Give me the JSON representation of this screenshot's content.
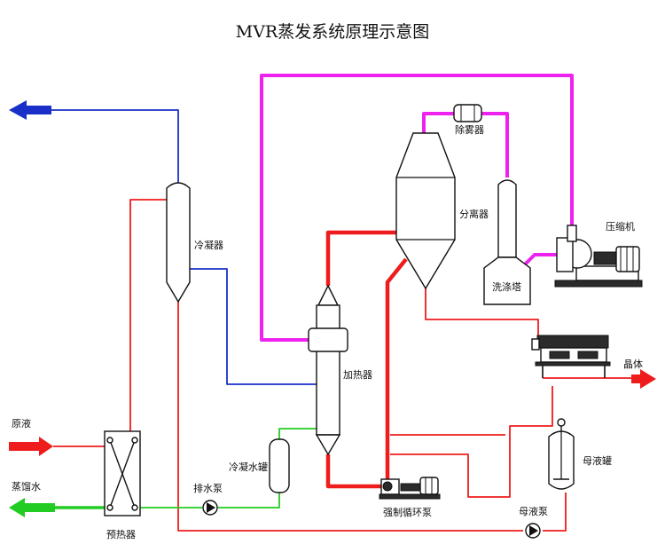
{
  "title": "MVR蒸发系统原理示意图",
  "labels": {
    "condenser": "冷凝器",
    "defogger": "除雾器",
    "separator": "分离器",
    "compressor": "压缩机",
    "scrubber": "洗涤塔",
    "heater": "加热器",
    "crystal": "晶体",
    "raw_liquid": "原液",
    "distilled_water": "蒸馏水",
    "condensate_tank": "冷凝水罐",
    "drain_pump": "排水泵",
    "mother_tank": "母液罐",
    "forced_pump": "强制循环泵",
    "mother_pump": "母液泵",
    "preheater": "预热器"
  },
  "colors": {
    "steam": "#ee22ee",
    "exhaust": "#1a2fc8",
    "liquid": "#ee1c1c",
    "water": "#22cc22"
  }
}
